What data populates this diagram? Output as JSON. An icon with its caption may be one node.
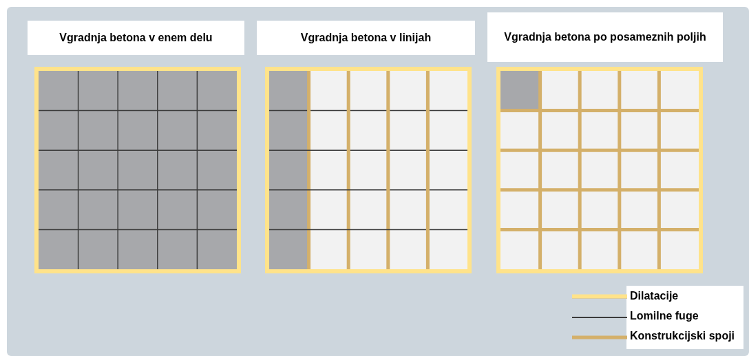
{
  "diagram": {
    "nodes": [
      {
        "text": [
          "Vgradnja betona v enem delu"
        ]
      },
      {
        "text": [
          "Vgradnja betona v linijah"
        ]
      },
      {
        "text": [
          "Vgradnja betona po posameznih poljih"
        ]
      }
    ],
    "legend": [
      {
        "text": "Dilatacije"
      },
      {
        "text": "Lomilne fuge"
      },
      {
        "text": "Konstrukcijski spoji"
      }
    ]
  }
}
